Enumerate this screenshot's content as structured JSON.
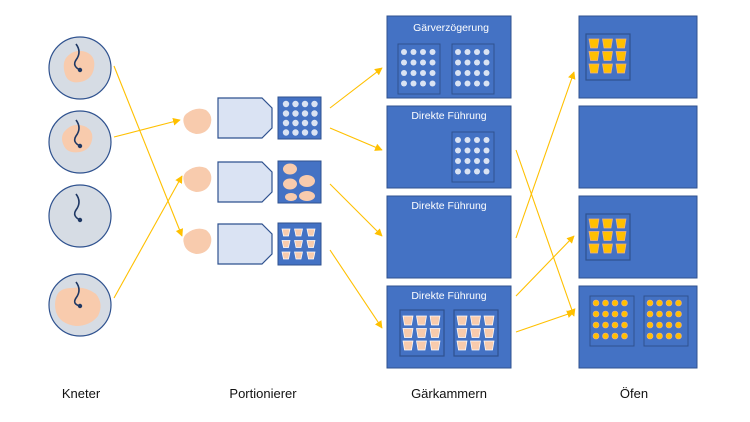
{
  "columns": {
    "kneter": "Kneter",
    "portionierer": "Portionierer",
    "gaerkammern": "Gärkammern",
    "oefen": "Öfen"
  },
  "chambers": [
    {
      "title": "Gärverzögerung"
    },
    {
      "title": "Direkte Führung"
    },
    {
      "title": "Direkte Führung"
    },
    {
      "title": "Direkte Führung"
    }
  ],
  "colors": {
    "equipment_blue": "#4472c4",
    "equipment_border": "#2f528f",
    "dough": "#f8cbad",
    "bowl": "#d6dce4",
    "hopper": "#dae3f3",
    "arrow": "#ffc000",
    "baked": "#f4b183",
    "baked_fill": "#ffc000",
    "moon": "#ffd966"
  }
}
